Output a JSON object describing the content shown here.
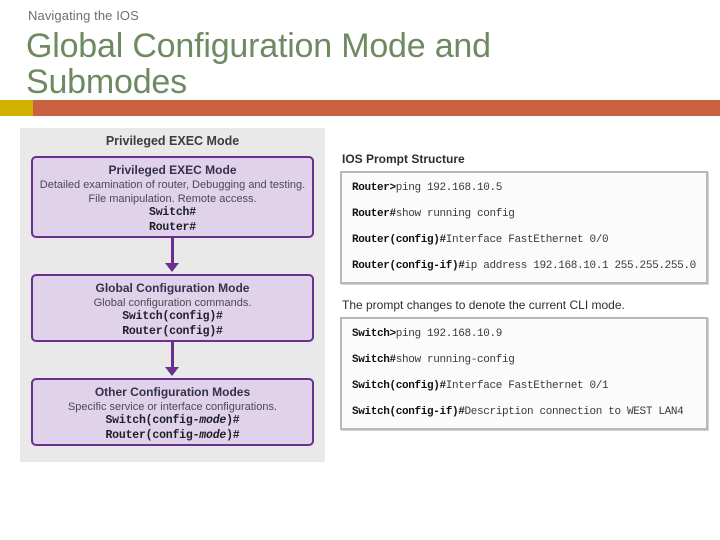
{
  "header": {
    "eyebrow": "Navigating the IOS",
    "title": "Global Configuration Mode and Submodes",
    "title_color": "#6f8a63",
    "rule_red_color": "#c9603f",
    "rule_gold_color": "#d2b100"
  },
  "flow": {
    "panel_title": "Privileged EXEC Mode",
    "box_border_color": "#6b2f8f",
    "box_fill_color": "#dfd2ea",
    "boxes": [
      {
        "title": "Privileged EXEC Mode",
        "desc_line1": "Detailed examination of router, Debugging and testing.",
        "desc_line2": "File manipulation. Remote access.",
        "prompt1": "Switch#",
        "prompt2": "Router#"
      },
      {
        "title": "Global Configuration Mode",
        "desc_line1": "Global configuration commands.",
        "desc_line2": "",
        "prompt1": "Switch(config)#",
        "prompt2": "Router(config)#"
      },
      {
        "title": "Other Configuration Modes",
        "desc_line1": "Specific service or interface configurations.",
        "desc_line2": "",
        "prompt1_pre": "Switch(config-",
        "prompt1_em": "mode",
        "prompt1_post": ")#",
        "prompt2_pre": "Router(config-",
        "prompt2_em": "mode",
        "prompt2_post": ")#"
      }
    ]
  },
  "prompt_section": {
    "caption_router": "IOS Prompt Structure",
    "caption_switch": "The prompt changes to denote the current CLI mode.",
    "router_lines": [
      {
        "prompt": "Router>",
        "command": "ping 192.168.10.5"
      },
      {
        "prompt": "Router#",
        "command": "show running config"
      },
      {
        "prompt": "Router(config)#",
        "command": "Interface FastEthernet 0/0"
      },
      {
        "prompt": "Router(config-if)#",
        "command": "ip address 192.168.10.1 255.255.255.0"
      }
    ],
    "switch_lines": [
      {
        "prompt": "Switch>",
        "command": "ping 192.168.10.9"
      },
      {
        "prompt": "Switch#",
        "command": "show running-config"
      },
      {
        "prompt": "Switch(config)#",
        "command": "Interface FastEthernet 0/1"
      },
      {
        "prompt": "Switch(config-if)#",
        "command": "Description connection to WEST LAN4"
      }
    ]
  }
}
